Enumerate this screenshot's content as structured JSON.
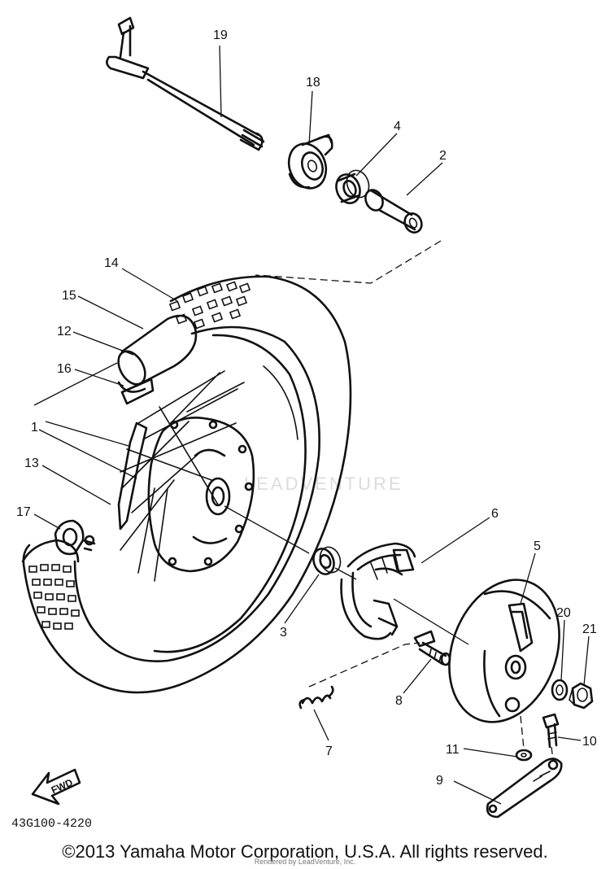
{
  "callouts": [
    {
      "id": "19",
      "label": "19"
    },
    {
      "id": "18",
      "label": "18"
    },
    {
      "id": "4",
      "label": "4"
    },
    {
      "id": "2",
      "label": "2"
    },
    {
      "id": "14",
      "label": "14"
    },
    {
      "id": "15",
      "label": "15"
    },
    {
      "id": "12",
      "label": "12"
    },
    {
      "id": "16",
      "label": "16"
    },
    {
      "id": "1",
      "label": "1"
    },
    {
      "id": "13",
      "label": "13"
    },
    {
      "id": "17",
      "label": "17"
    },
    {
      "id": "6",
      "label": "6"
    },
    {
      "id": "5",
      "label": "5"
    },
    {
      "id": "20",
      "label": "20"
    },
    {
      "id": "21",
      "label": "21"
    },
    {
      "id": "3",
      "label": "3"
    },
    {
      "id": "8",
      "label": "8"
    },
    {
      "id": "7",
      "label": "7"
    },
    {
      "id": "11",
      "label": "11"
    },
    {
      "id": "10",
      "label": "10"
    },
    {
      "id": "9",
      "label": "9"
    }
  ],
  "fwd_label": "FWD",
  "diagram_code": "43G100-4220",
  "watermark": "LEADVENTURE",
  "copyright": "©2013 Yamaha Motor Corporation, U.S.A. All rights reserved.",
  "rendered_by": "Rendered by LeadVenture, Inc."
}
